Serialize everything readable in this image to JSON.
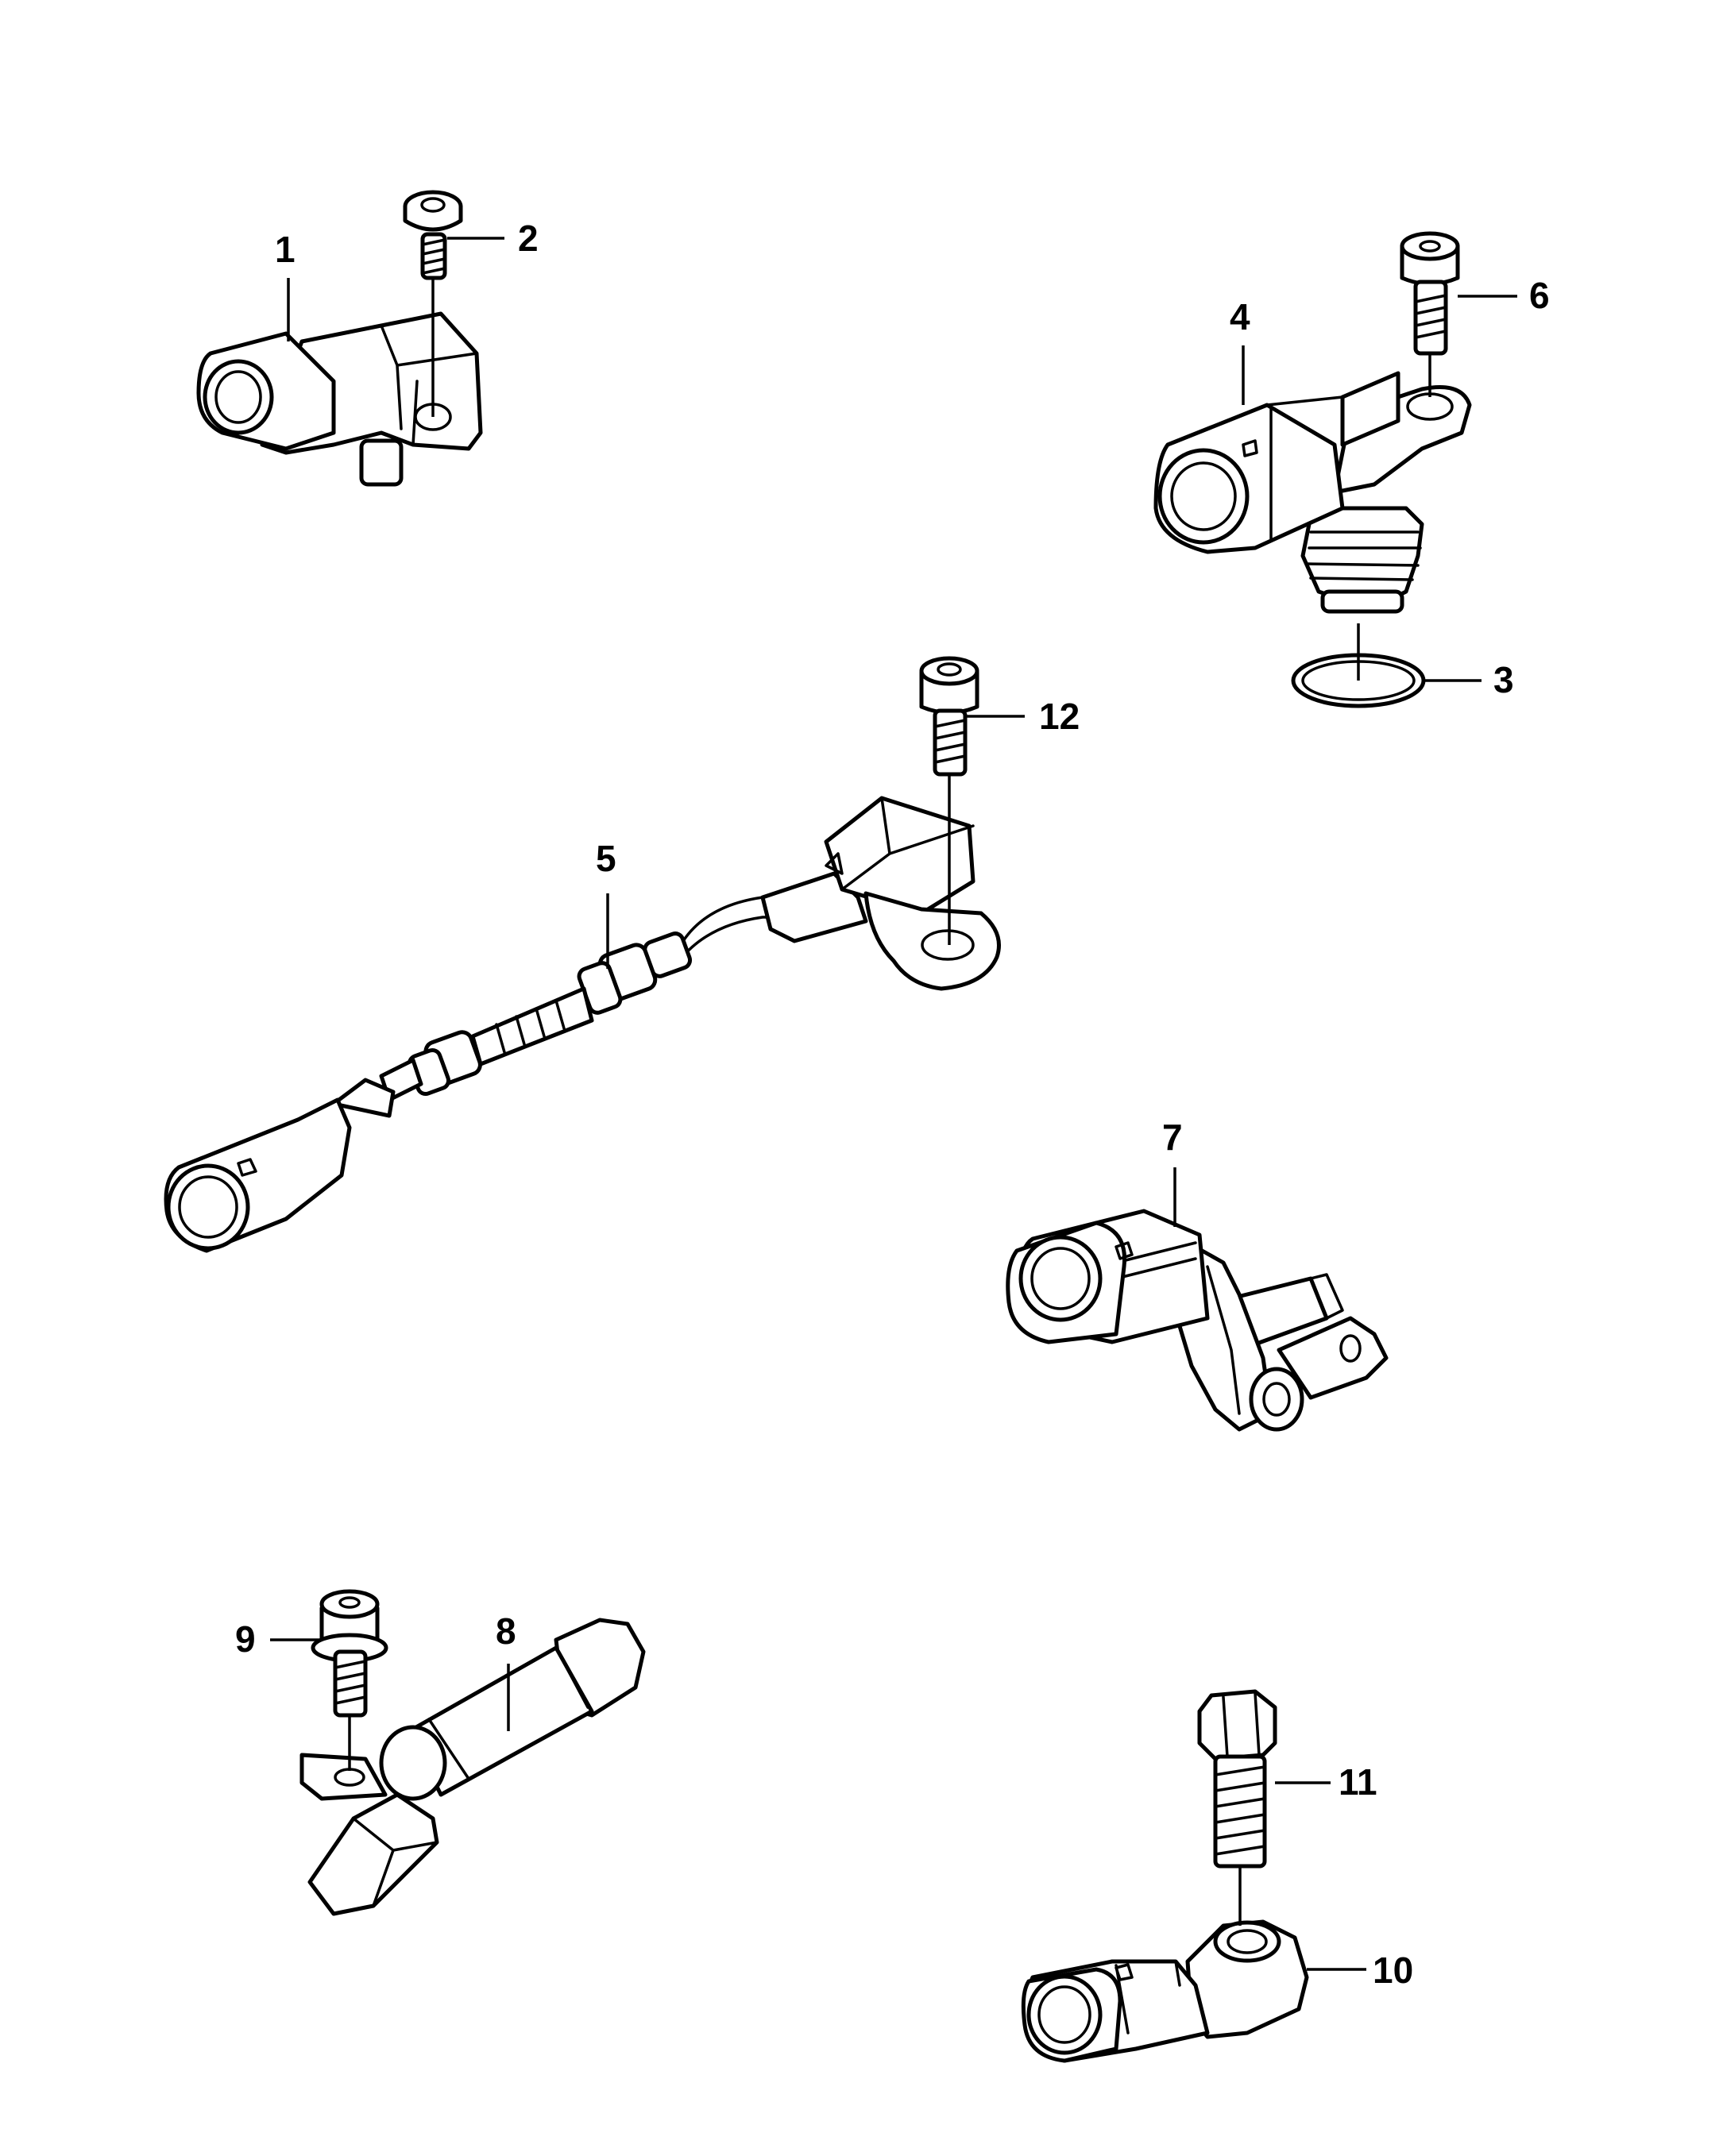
{
  "diagram": {
    "callouts": [
      {
        "id": "1",
        "label": "1"
      },
      {
        "id": "2",
        "label": "2"
      },
      {
        "id": "3",
        "label": "3"
      },
      {
        "id": "4",
        "label": "4"
      },
      {
        "id": "5",
        "label": "5"
      },
      {
        "id": "6",
        "label": "6"
      },
      {
        "id": "7",
        "label": "7"
      },
      {
        "id": "8",
        "label": "8"
      },
      {
        "id": "9",
        "label": "9"
      },
      {
        "id": "10",
        "label": "10"
      },
      {
        "id": "11",
        "label": "11"
      },
      {
        "id": "12",
        "label": "12"
      }
    ],
    "colors": {
      "ink": "#000000",
      "paper": "#ffffff",
      "shade": "#e9e9e9"
    }
  }
}
